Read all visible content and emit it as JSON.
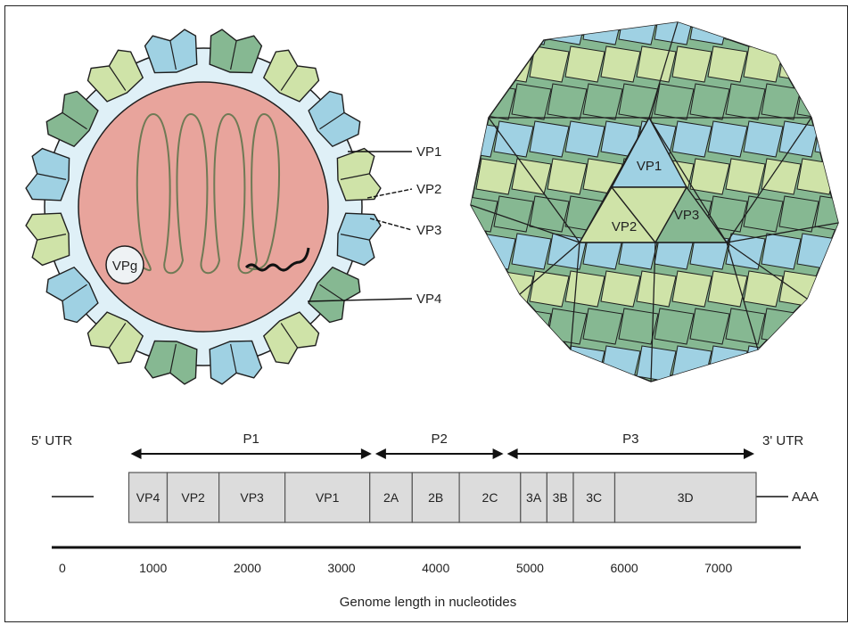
{
  "colors": {
    "blue": "#9fd1e3",
    "green_light": "#cfe3a8",
    "green_dark": "#86b892",
    "pale_blue": "#dff0f7",
    "rna_core": "#e8a49c",
    "segment_fill": "#dcdcdc",
    "outline": "#1f1f1f"
  },
  "cross_section": {
    "vpg_label": "VPg",
    "callouts": [
      "VP1",
      "VP2",
      "VP3",
      "VP4"
    ]
  },
  "capsid": {
    "face_labels": [
      "VP1",
      "VP2",
      "VP3"
    ]
  },
  "genome": {
    "utr5": "5' UTR",
    "utr3": "3' UTR",
    "tail": "AAA",
    "regions": [
      {
        "label": "P1",
        "from": 0.0,
        "to": 0.39
      },
      {
        "label": "P2",
        "from": 0.39,
        "to": 0.6
      },
      {
        "label": "P3",
        "from": 0.6,
        "to": 1.0
      }
    ],
    "segments": [
      {
        "label": "VP4",
        "start": 743,
        "end": 1150
      },
      {
        "label": "VP2",
        "start": 1150,
        "end": 1700
      },
      {
        "label": "VP3",
        "start": 1700,
        "end": 2400
      },
      {
        "label": "VP1",
        "start": 2400,
        "end": 3300
      },
      {
        "label": "2A",
        "start": 3300,
        "end": 3750
      },
      {
        "label": "2B",
        "start": 3750,
        "end": 4250
      },
      {
        "label": "2C",
        "start": 4250,
        "end": 4900
      },
      {
        "label": "3A",
        "start": 4900,
        "end": 5180
      },
      {
        "label": "3B",
        "start": 5180,
        "end": 5460
      },
      {
        "label": "3C",
        "start": 5460,
        "end": 5900
      },
      {
        "label": "3D",
        "start": 5900,
        "end": 7400
      }
    ]
  },
  "axis": {
    "min": 0,
    "max": 7400,
    "ticks": [
      0,
      1000,
      2000,
      3000,
      4000,
      5000,
      6000,
      7000
    ],
    "label": "Genome length in nucleotides"
  }
}
